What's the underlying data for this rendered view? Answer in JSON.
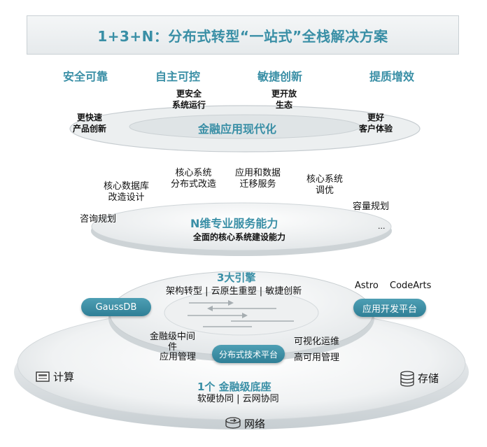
{
  "title": "1+3+N：分布式转型“一站式”全栈解决方案",
  "pillars": [
    "安全可靠",
    "自主可控",
    "敏捷创新",
    "提质增效"
  ],
  "top_ring": {
    "center": "金融应用现代化",
    "labels": [
      "更安全\n系统运行",
      "更开放\n生态",
      "更快速\n产品创新",
      "更好\n客户体验"
    ]
  },
  "middle_ring": {
    "title": "N维专业服务能力",
    "subtitle": "全面的核心系统建设能力",
    "labels": [
      "核心系统\n分布式改造",
      "应用和数据\n迁移服务",
      "核心数据库\n改造设计",
      "核心系统\n调优",
      "咨询规划",
      "容量规划",
      "..."
    ]
  },
  "engines": {
    "title": "3大引擎",
    "subtitle": "架构转型 | 云原生重塑 | 敏捷创新",
    "left_pill": "GaussDB",
    "right_pill": "应用开发平台",
    "center_pill": "分布式技术平台",
    "products": [
      "Astro",
      "CodeArts"
    ],
    "labels_left": [
      "金融级中间\n件",
      "应用管理"
    ],
    "labels_right": [
      "可视化运维",
      "高可用管理"
    ]
  },
  "base": {
    "title": "1个 金融级底座",
    "subtitle": "软硬协同 | 云网协同",
    "compute": "计算",
    "storage": "存储",
    "network": "网络"
  }
}
